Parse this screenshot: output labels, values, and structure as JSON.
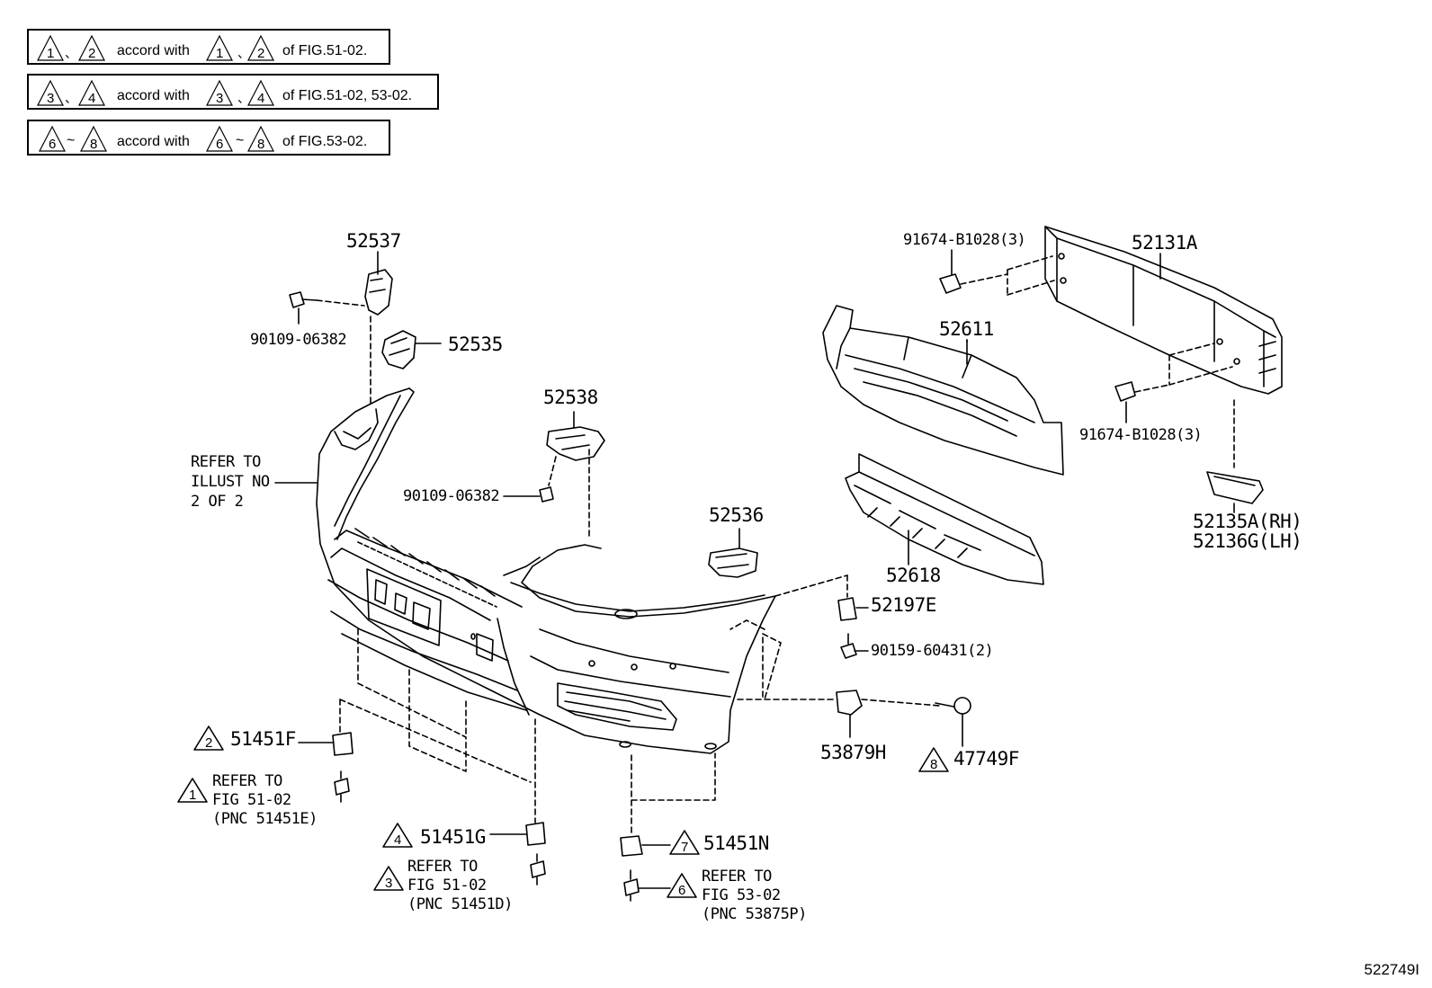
{
  "notes": [
    {
      "left": [
        "1",
        "2"
      ],
      "sep_left": "、",
      "text": "accord with",
      "right": [
        "1",
        "2"
      ],
      "sep_right": "、",
      "suffix": "of FIG.51-02."
    },
    {
      "left": [
        "3",
        "4"
      ],
      "sep_left": "、",
      "text": "accord with",
      "right": [
        "3",
        "4"
      ],
      "sep_right": "、",
      "suffix": "of FIG.51-02, 53-02."
    },
    {
      "left": [
        "6",
        "8"
      ],
      "sep_left": "~",
      "text": "accord with",
      "right": [
        "6",
        "8"
      ],
      "sep_right": "~",
      "suffix": "of FIG.53-02."
    }
  ],
  "parts": {
    "p52537": "52537",
    "p90109_a": "90109-06382",
    "p52535": "52535",
    "p52538": "52538",
    "p90109_b": "90109-06382",
    "p52536": "52536",
    "p91674_a": "91674-B1028(3)",
    "p52131A": "52131A",
    "p52611": "52611",
    "p91674_b": "91674-B1028(3)",
    "p52135A": "52135A(RH)",
    "p52136G": "52136G(LH)",
    "p52618": "52618",
    "p52197E": "52197E",
    "p90159": "90159-60431(2)",
    "p53879H": "53879H",
    "p47749F": "47749F",
    "p51451F": "51451F",
    "p51451G": "51451G",
    "p51451N": "51451N"
  },
  "triangles": {
    "t51451F": "2",
    "t51451G": "4",
    "t51451N": "7",
    "t47749F": "8",
    "t_ref1": "1",
    "t_ref3": "3",
    "t_ref6": "6"
  },
  "refs": {
    "illust_1": "REFER TO",
    "illust_2": "ILLUST NO",
    "illust_3": "2 OF 2",
    "r1_1": "REFER TO",
    "r1_2": "FIG 51-02",
    "r1_3": "(PNC 51451E)",
    "r3_1": "REFER TO",
    "r3_2": "FIG 51-02",
    "r3_3": "(PNC 51451D)",
    "r6_1": "REFER TO",
    "r6_2": "FIG 53-02",
    "r6_3": "(PNC 53875P)"
  },
  "figure_id": "522749I"
}
